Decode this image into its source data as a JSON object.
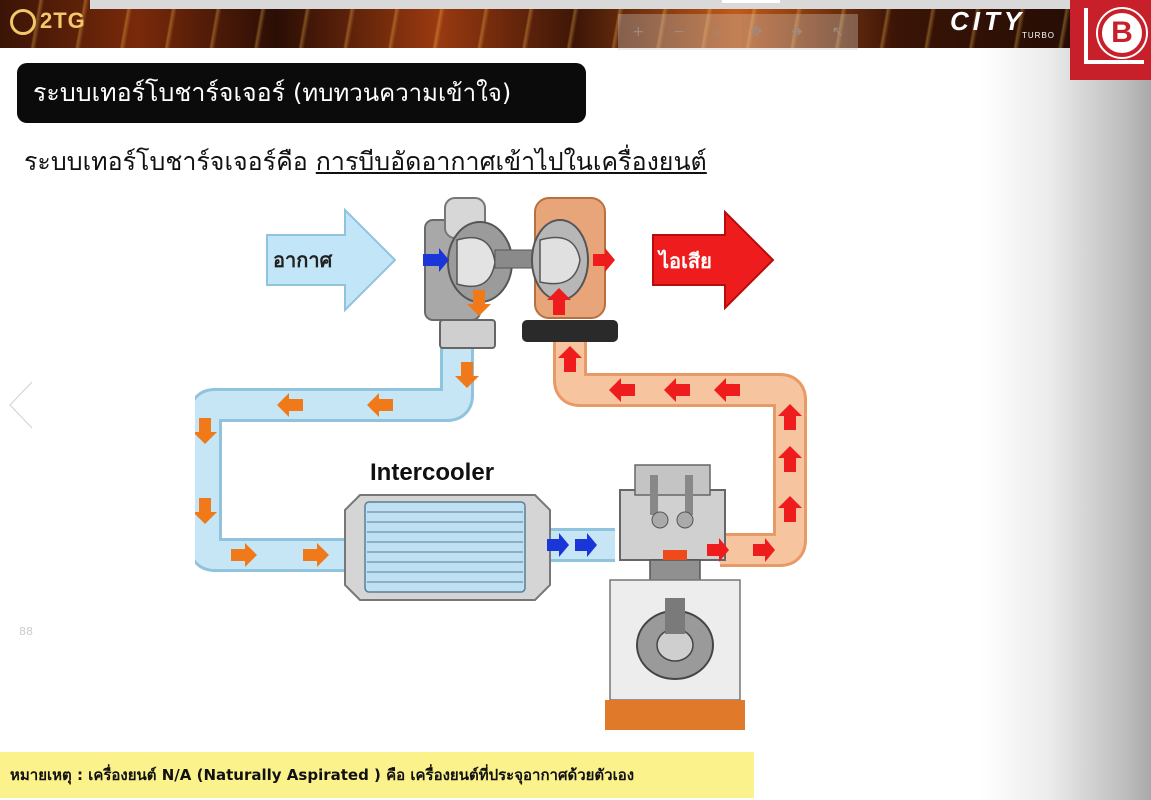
{
  "banner": {
    "logo_text": "2TG",
    "brand_text": "CITY",
    "brand_sub": "TURBO",
    "badge_letter": "B"
  },
  "toolbar": {
    "icons": [
      "plus-icon",
      "minus-icon",
      "zoom-icon",
      "move-icon",
      "next-icon",
      "pointer-icon"
    ]
  },
  "slide": {
    "title_main": "ระบบเทอร์โบชาร์จเจอร์",
    "title_paren": "(ทบทวนความเข้าใจ)",
    "subtitle_lead": "ระบบเทอร์โบชาร์จเจอร์คือ",
    "subtitle_underlined": "การบีบอัดอากาศเข้าไปในเครื่องยนต์",
    "diagram": {
      "air_label": "อากาศ",
      "exhaust_label": "ไอเสีย",
      "intercooler_label": "Intercooler"
    },
    "note": "หมายเหตุ : เครื่องยนต์ N/A (Naturally Aspirated ) คือ เครื่องยนต์ที่ประจุอากาศด้วยตัวเอง"
  },
  "colors": {
    "banner_orange": "#c25a18",
    "badge_red": "#c8202a",
    "cold_pipe": "#b9def0",
    "hot_pipe": "#f2b48a",
    "arrow_orange": "#f07a1a",
    "arrow_red": "#ee1c1c",
    "arrow_blue": "#1a36d8",
    "note_yellow": "#fbf28c"
  }
}
